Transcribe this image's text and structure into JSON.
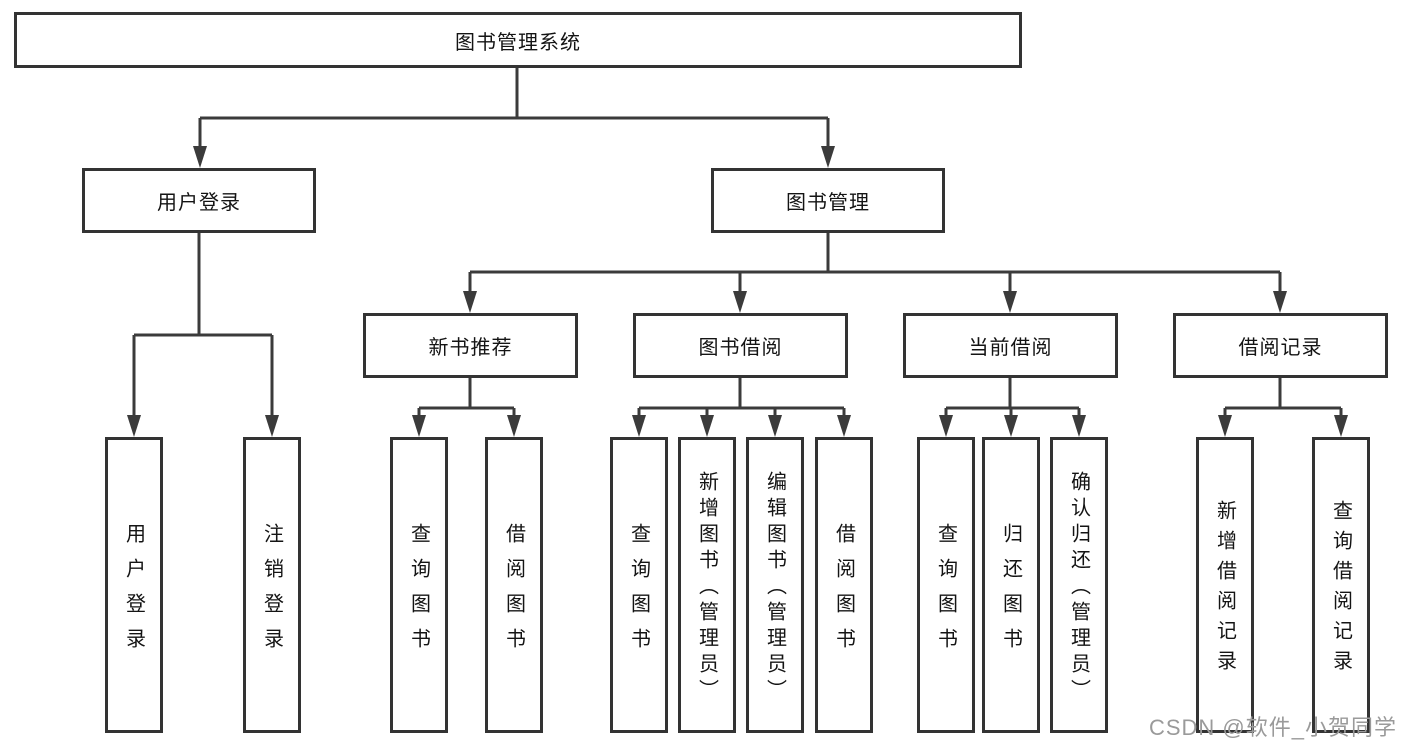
{
  "tree": {
    "label": "图书管理系统",
    "children": [
      {
        "label": "用户登录",
        "leaves": [
          "用户登录",
          "注销登录"
        ]
      },
      {
        "label": "图书管理",
        "children": [
          {
            "label": "新书推荐",
            "leaves": [
              "查询图书",
              "借阅图书"
            ]
          },
          {
            "label": "图书借阅",
            "leaves": [
              "查询图书",
              "新增图书（管理员）",
              "编辑图书（管理员）",
              "借阅图书"
            ]
          },
          {
            "label": "当前借阅",
            "leaves": [
              "查询图书",
              "归还图书",
              "确认归还（管理员）"
            ]
          },
          {
            "label": "借阅记录",
            "leaves": [
              "新增借阅记录",
              "查询借阅记录"
            ]
          }
        ]
      }
    ]
  },
  "watermark": {
    "text": "CSDN @软件_小贺同学"
  },
  "colors": {
    "line": "#3b3b3b",
    "box_border": "#333333",
    "text": "#141414",
    "watermark": "#9a9a9a",
    "background": "#ffffff"
  }
}
